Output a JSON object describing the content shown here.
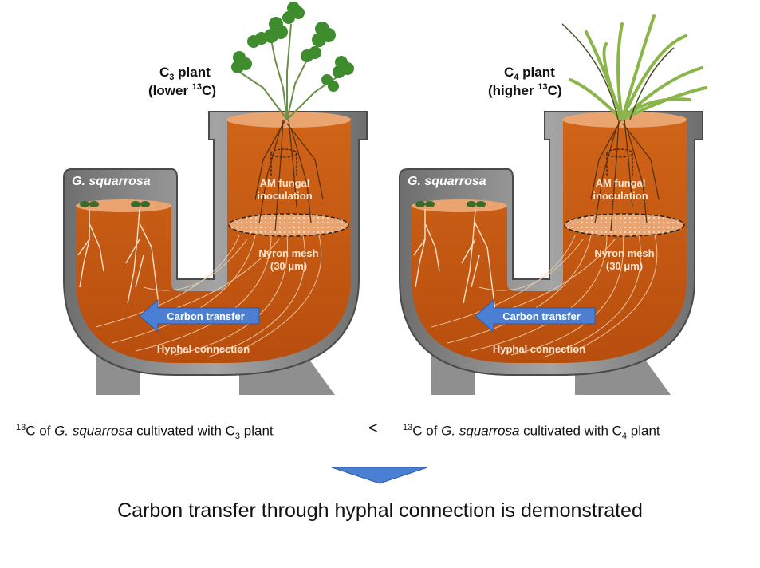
{
  "left_setup": {
    "plant_title_main": "C",
    "plant_title_sub": "3",
    "plant_title_word": " plant",
    "plant_isotope_open": "(lower ",
    "plant_isotope_sup": "13",
    "plant_isotope_close": "C)",
    "species": "G. squarrosa",
    "inoculation_line1": "AM fungal",
    "inoculation_line2": "inoculation",
    "mesh_line1": "Nyron mesh",
    "mesh_line2": "(30 μm)",
    "transfer": "Carbon transfer",
    "hyphal": "Hyphal connection"
  },
  "right_setup": {
    "plant_title_main": "C",
    "plant_title_sub": "4",
    "plant_title_word": " plant",
    "plant_isotope_open": "(higher ",
    "plant_isotope_sup": "13",
    "plant_isotope_close": "C)",
    "species": "G. squarrosa",
    "inoculation_line1": "AM fungal",
    "inoculation_line2": "inoculation",
    "mesh_line1": "Nyron mesh",
    "mesh_line2": "(30 μm)",
    "transfer": "Carbon transfer",
    "hyphal": "Hyphal connection"
  },
  "comparison": {
    "left_sup": "13",
    "left_text1": "C of ",
    "left_species": "G. squarrosa",
    "left_text2": " cultivated with C",
    "left_sub": "3",
    "left_text3": " plant",
    "symbol": "<",
    "right_sup": "13",
    "right_text1": "C of ",
    "right_species": "G. squarrosa",
    "right_text2": " cultivated with C",
    "right_sub": "4",
    "right_text3": " plant"
  },
  "conclusion": "Carbon transfer through hyphal connection is demonstrated",
  "colors": {
    "soil": "#c85a12",
    "soil_light": "#e9a46f",
    "pot_gray": "#8c8c8c",
    "pot_dark": "#5c5c5c",
    "arrow_blue": "#4a7fd4",
    "clover_green": "#3e8c2e",
    "grass_green": "#8ab54a"
  }
}
